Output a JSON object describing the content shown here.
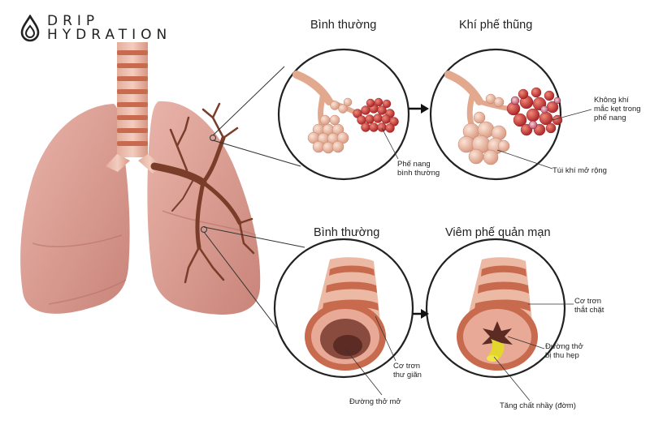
{
  "brand": {
    "line1": "DRIP",
    "line2": "HYDRATION"
  },
  "top_panel": {
    "normal_title": "Bình thường",
    "disease_title": "Khí phế thũng",
    "normal_label": [
      "Phế nang",
      "bình thường"
    ],
    "trapped_label": [
      "Không khí",
      "mắc kẹt trong",
      "phế nang"
    ],
    "enlarged_label": "Túi khí mở rộng"
  },
  "bottom_panel": {
    "normal_title": "Bình thường",
    "disease_title": "Viêm phế quản mạn",
    "relaxed_label": [
      "Cơ trơn",
      "thư giãn"
    ],
    "open_airway_label": "Đường thở mở",
    "tight_label": [
      "Cơ trơn",
      "thắt chặt"
    ],
    "narrowed_label": [
      "Đường thở",
      "bị thu hẹp"
    ],
    "mucus_label": "Tăng chất nhầy (đờm)"
  },
  "colors": {
    "lung": "#dca399",
    "lung_dark": "#c98479",
    "trachea": "#e7a996",
    "ring": "#c76a4d",
    "alveoli": "#e9b69e",
    "trapped": "#b3242b",
    "mucus": "#e3d62c"
  }
}
